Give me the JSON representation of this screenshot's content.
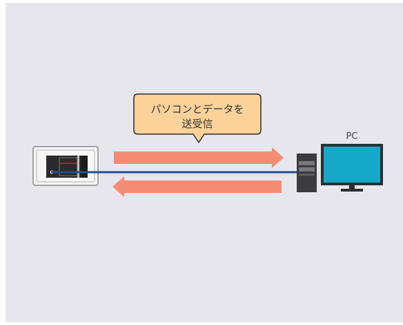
{
  "callout": {
    "line1": "パソコンとデータを",
    "line2": "送受信"
  },
  "pc_label": "PC",
  "colors": {
    "panel_bg": "#e8e6ed",
    "arrow": "#f48c74",
    "cable": "#1f4f8f",
    "callout_fill": "#fcd29a",
    "callout_border": "#2a2a2a",
    "monitor_body": "#2e2e33",
    "monitor_screen": "#15a8c7",
    "tower": "#3b3b40"
  }
}
